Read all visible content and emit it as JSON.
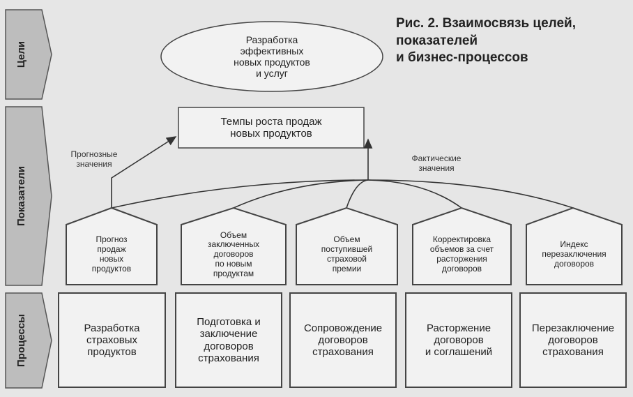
{
  "title": "Рис. 2. Взаимосвязь целей,\nпоказателей\nи бизнес-процессов",
  "side_labels": {
    "goals": "Цели",
    "indicators": "Показатели",
    "processes": "Процессы"
  },
  "goal": "Разработка\nэффективных\nновых продуктов\nи услуг",
  "indicator": "Темпы роста продаж\nновых продуктов",
  "arrow_labels": {
    "forecast": "Прогнозные\nзначения",
    "actual": "Фактические\nзначения"
  },
  "sub_indicators": [
    "Прогноз\nпродаж\nновых\nпродуктов",
    "Объем\nзаключенных\nдоговоров\nпо новым\nпродуктам",
    "Объем\nпоступившей\nстраховой\nпремии",
    "Корректировка\nобъемов за счет\nрасторжения\nдоговоров",
    "Индекс\nперезаключения\nдоговоров"
  ],
  "processes": [
    "Разработка\nстраховых\nпродуктов",
    "Подготовка и\nзаключение\nдоговоров\nстрахования",
    "Сопровождение\nдоговоров\nстрахования",
    "Расторжение\nдоговоров\nи соглашений",
    "Перезаключение\nдоговоров\nстрахования"
  ]
}
